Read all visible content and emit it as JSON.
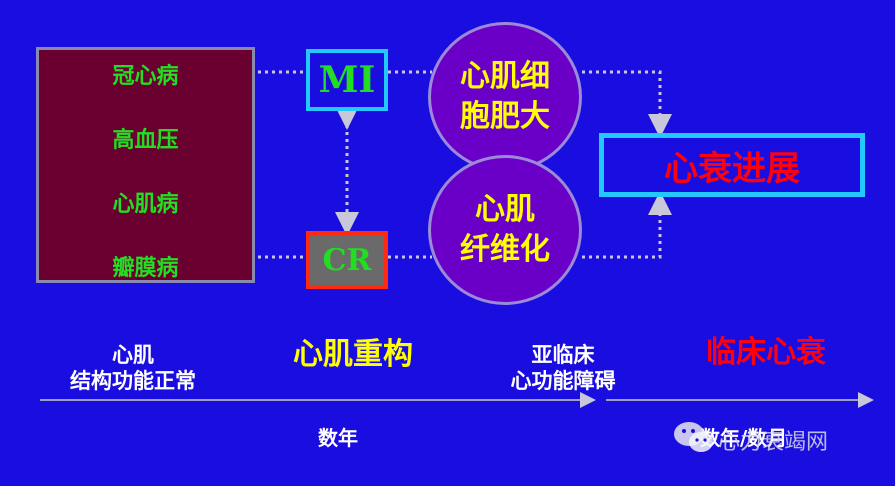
{
  "causes": [
    "冠心病",
    "高血压",
    "心肌病",
    "瓣膜病"
  ],
  "mi_label": "MI",
  "cr_label": "CR",
  "circle_top": "心肌细\n胞肥大",
  "circle_bottom": "心肌\n纤维化",
  "outcome": "心衰进展",
  "stages": {
    "normal": "心肌\n结构功能正常",
    "remodeling": "心肌重构",
    "subclinical": "亚临床\n心功能障碍",
    "clinical": "临床心衰"
  },
  "durations": {
    "years": "数年",
    "months": "数年/数月"
  },
  "watermark": "心力衰竭网",
  "colors": {
    "background": "#1a0de0",
    "cause_text": "#22dd22",
    "circle_fill": "#6a00c8",
    "circle_text": "#ffff00",
    "outcome_text": "#ff0010",
    "mi_border": "#22c8ff",
    "cr_border": "#ff2a10"
  }
}
